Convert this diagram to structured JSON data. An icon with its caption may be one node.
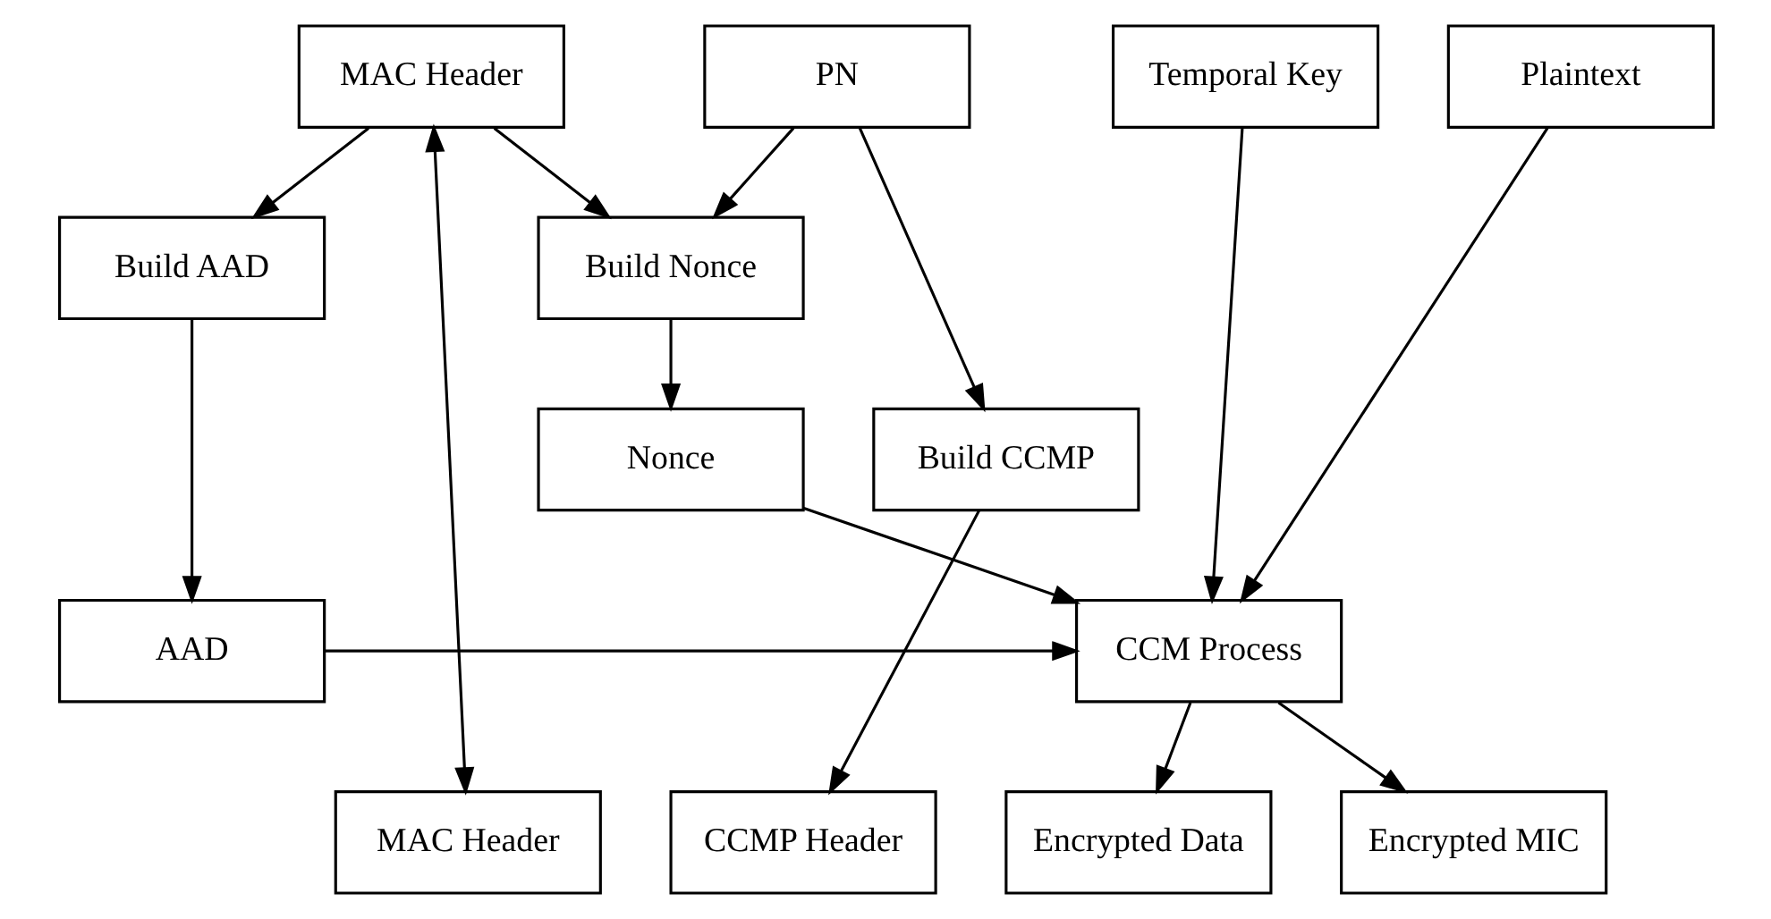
{
  "diagram": {
    "nodes": [
      {
        "text": [
          "MAC Header"
        ]
      },
      {
        "text": [
          "PN"
        ]
      },
      {
        "text": [
          "Temporal Key"
        ]
      },
      {
        "text": [
          "Plaintext"
        ]
      },
      {
        "text": [
          "Build AAD"
        ]
      },
      {
        "text": [
          "Build Nonce"
        ]
      },
      {
        "text": [
          "Nonce"
        ]
      },
      {
        "text": [
          "AAD"
        ]
      },
      {
        "text": [
          "CCM Process"
        ]
      },
      {
        "text": [
          "Build CCMP"
        ]
      },
      {
        "text": [
          "MAC Header"
        ]
      },
      {
        "text": [
          "CCMP Header"
        ]
      },
      {
        "text": [
          "Encrypted Data"
        ]
      },
      {
        "text": [
          "Encrypted MIC"
        ]
      }
    ],
    "edges": [
      {
        "from": 0,
        "to": 4,
        "arrow": "to"
      },
      {
        "from": 0,
        "to": 5,
        "arrow": "to"
      },
      {
        "from": 1,
        "to": 5,
        "arrow": "to"
      },
      {
        "from": 1,
        "to": 9,
        "arrow": "to"
      },
      {
        "from": 5,
        "to": 6,
        "arrow": "to"
      },
      {
        "from": 4,
        "to": 7,
        "arrow": "to"
      },
      {
        "from": 6,
        "to": 8,
        "arrow": "to"
      },
      {
        "from": 2,
        "to": 8,
        "arrow": "to"
      },
      {
        "from": 3,
        "to": 8,
        "arrow": "to"
      },
      {
        "from": 7,
        "to": 8,
        "arrow": "to"
      },
      {
        "from": 8,
        "to": 12,
        "arrow": "to"
      },
      {
        "from": 8,
        "to": 13,
        "arrow": "to"
      },
      {
        "from": 9,
        "to": 11,
        "arrow": "to"
      },
      {
        "from": 0,
        "to": 10,
        "arrow": "both"
      }
    ]
  }
}
